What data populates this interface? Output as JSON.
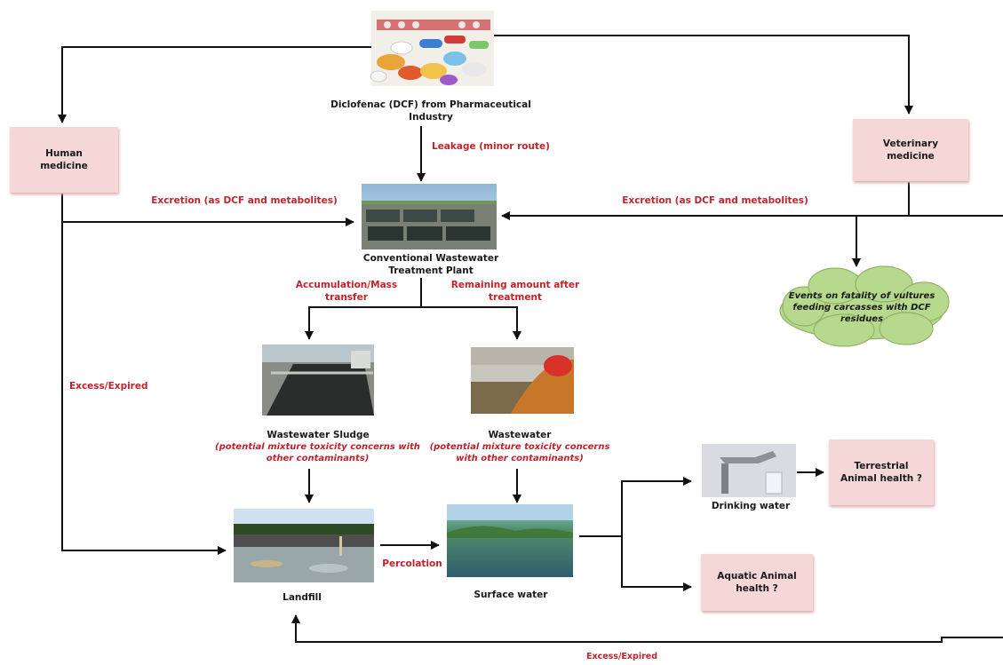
{
  "source": {
    "label": "Diclofenac (DCF)  from Pharmaceutical Industry",
    "image": "pills-photo"
  },
  "boxes": {
    "human_medicine": "Human\nmedicine",
    "veterinary_medicine": "Veterinary\nmedicine",
    "terrestrial_health": "Terrestrial\nAnimal health ?",
    "aquatic_health": "Aquatic Animal\nhealth ?"
  },
  "nodes": {
    "wwtp": "Conventional Wastewater\nTreatment Plant",
    "sludge_title": "Wastewater Sludge",
    "sludge_note": "(potential mixture toxicity concerns with\nother contaminants)",
    "wastewater_title": "Wastewater",
    "wastewater_note": "(potential mixture toxicity concerns\nwith other contaminants)",
    "landfill": "Landfill",
    "surface_water": "Surface water",
    "drinking_water": "Drinking water"
  },
  "edge_labels": {
    "leakage": "Leakage (minor route)",
    "excretion_human": "Excretion (as DCF and metabolites)",
    "excretion_vet": "Excretion (as DCF and metabolites)",
    "accumulation": "Accumulation/Mass\ntransfer",
    "remaining": "Remaining amount after\ntreatment",
    "excess_left": "Excess/Expired",
    "percolation": "Percolation",
    "excess_bottom": "Excess/Expired"
  },
  "cloud": {
    "text": "Events on  fatality of vultures\nfeeding carcasses with DCF\nresidues",
    "color": "#b6d98e"
  },
  "colors": {
    "label_red": "#c0232b",
    "box_pink": "#f6d7d8",
    "arrow": "#111111"
  }
}
